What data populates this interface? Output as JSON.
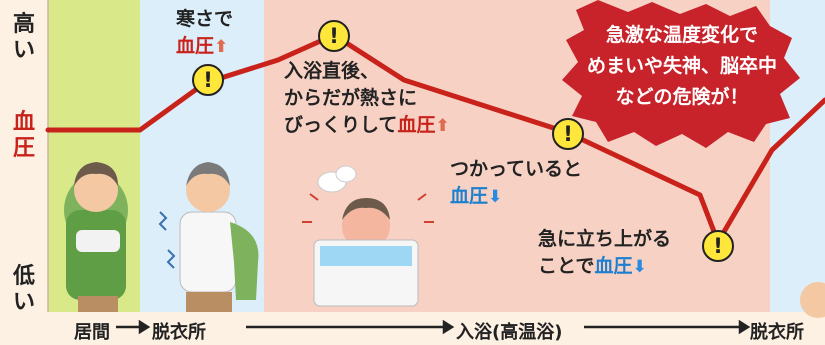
{
  "y_axis": {
    "high": "高い",
    "label": "血圧",
    "low": "低い"
  },
  "stages": [
    "居間",
    "脱衣所",
    "入浴(高温浴)",
    "脱衣所"
  ],
  "notes": {
    "cold": {
      "line1": "寒さで",
      "hl": "血圧",
      "arrow": "up"
    },
    "bath": {
      "line1": "入浴直後、",
      "line2": "からだが熱さに",
      "line3": "びっくりして",
      "hl": "血圧",
      "arrow": "up"
    },
    "soak": {
      "line1": "つかっていると",
      "hl": "血圧",
      "arrow": "down"
    },
    "stand": {
      "line1": "急に立ち上がる",
      "line2": "ことで",
      "hl": "血圧",
      "arrow": "down"
    }
  },
  "warning": {
    "line1": "急激な温度変化で",
    "line2": "めまいや失神、脳卒中",
    "line3": "などの危険が！"
  },
  "excl_mark": "!",
  "arrow_glyphs": {
    "up": "⬆",
    "down": "⬇"
  },
  "colors": {
    "curve": "#c8221a",
    "living": "#d9e98a",
    "dressing": "#dbeefa",
    "bath": "#f7d2c4",
    "warning": "#c8222a",
    "alert": "#ffe63a"
  }
}
